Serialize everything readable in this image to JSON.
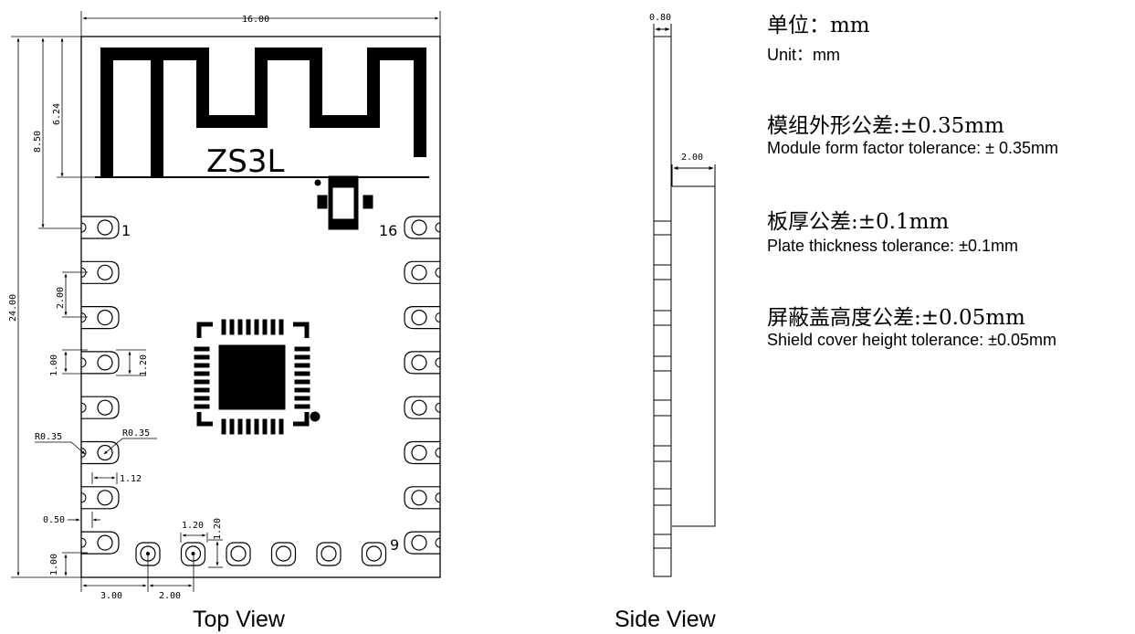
{
  "dimensions": {
    "width": "16.00",
    "height": "24.00",
    "antenna_height": "8.50",
    "antenna_trace": "6.24",
    "pin_pitch": "2.00",
    "pad_width": "1.00",
    "pad_height": "1.20",
    "radius_outer": "R0.35",
    "radius_inner": "R0.35",
    "pad_length": "1.12",
    "edge_offset": "0.50",
    "bottom_pad_offset": "1.00",
    "bottom_pad_width": "1.20",
    "bottom_pad_height": "1.20",
    "first_bottom_pad": "3.00",
    "bottom_pitch": "2.00",
    "board_thickness": "0.80",
    "shield_height": "2.00"
  },
  "silkscreen": {
    "model": "ZS3L",
    "pin_1": "1",
    "pin_16": "16",
    "pin_9": "9"
  },
  "captions": {
    "top_view": "Top View",
    "side_view": "Side View"
  },
  "notes": [
    {
      "cn": "单位：mm",
      "en": "Unit：mm"
    },
    {
      "cn": "模组外形公差:±0.35mm",
      "en": "Module form factor tolerance: ± 0.35mm"
    },
    {
      "cn": "板厚公差:±0.1mm",
      "en": "Plate thickness tolerance: ±0.1mm"
    },
    {
      "cn": "屏蔽盖高度公差:±0.05mm",
      "en": "Shield cover height tolerance: ±0.05mm"
    }
  ],
  "colors": {
    "ink": "#000000",
    "paper": "#ffffff"
  }
}
